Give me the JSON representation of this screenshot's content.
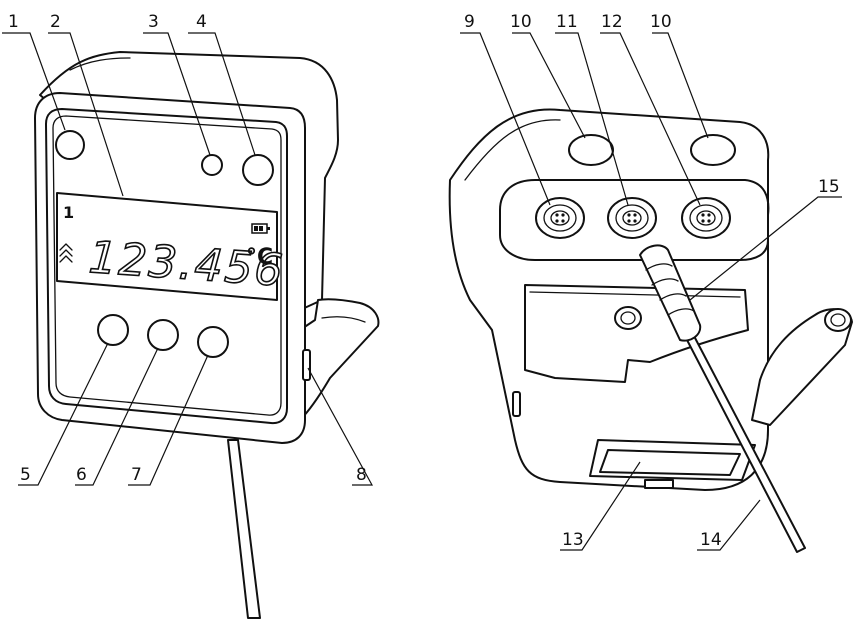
{
  "display": {
    "channel": "1",
    "reading": "123.456",
    "unit": "°C"
  },
  "callouts": [
    "1",
    "2",
    "3",
    "4",
    "5",
    "6",
    "7",
    "8",
    "9",
    "10",
    "11",
    "12",
    "10",
    "13",
    "14",
    "15"
  ]
}
